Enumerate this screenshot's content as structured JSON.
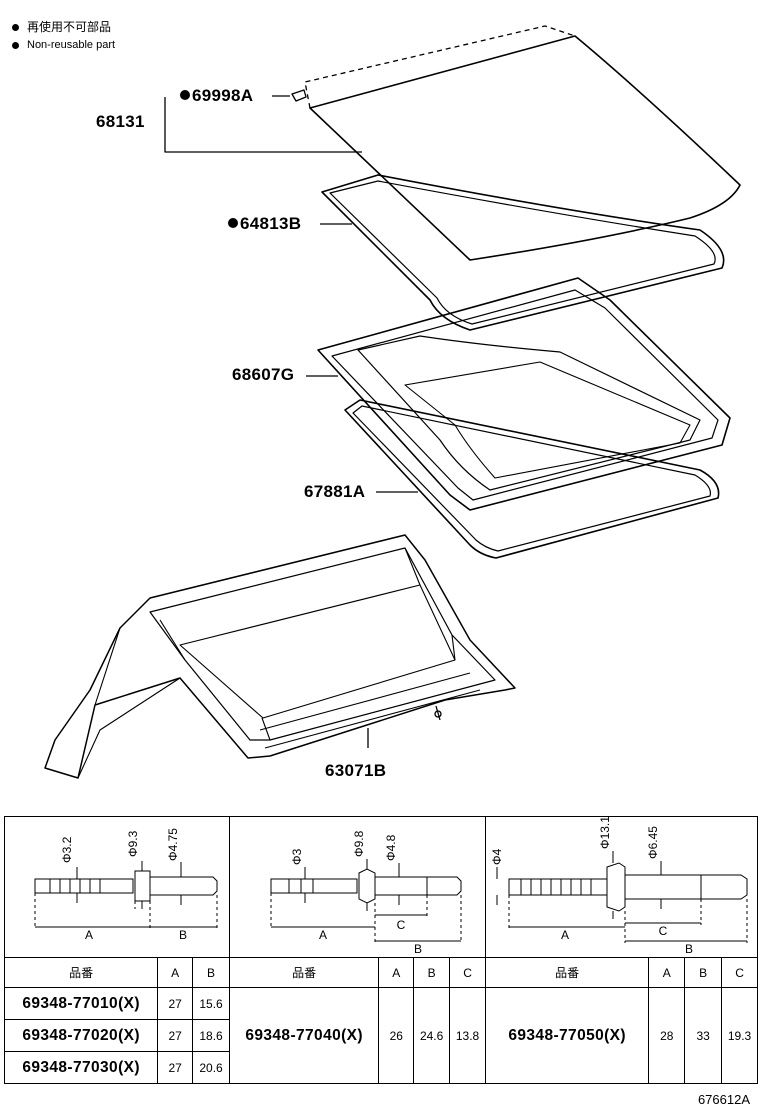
{
  "legend": {
    "symbol_label_jp": "再使用不可部品",
    "symbol_label_en": "Non-reusable part"
  },
  "callouts": {
    "c68131": "68131",
    "c69998A": "69998A",
    "c64813B": "64813B",
    "c68607G": "68607G",
    "c67881A": "67881A",
    "c63071B": "63071B"
  },
  "rivet_drawings": {
    "rivet1": {
      "d1": "Φ3.2",
      "d2": "Φ9.3",
      "d3": "Φ4.75",
      "a": "A",
      "b": "B"
    },
    "rivet2": {
      "d1": "Φ3",
      "d2": "Φ9.8",
      "d3": "Φ4.8",
      "a": "A",
      "b": "B",
      "c": "C"
    },
    "rivet3": {
      "d1": "Φ4",
      "d2": "Φ13.1",
      "d3": "Φ6.45",
      "a": "A",
      "b": "B",
      "c": "C"
    }
  },
  "table": {
    "headers": {
      "part": "品番",
      "a": "A",
      "b": "B",
      "c": "C"
    },
    "group1": [
      {
        "part": "69348-77010(X)",
        "a": "27",
        "b": "15.6"
      },
      {
        "part": "69348-77020(X)",
        "a": "27",
        "b": "18.6"
      },
      {
        "part": "69348-77030(X)",
        "a": "27",
        "b": "20.6"
      }
    ],
    "group2": {
      "part": "69348-77040(X)",
      "a": "26",
      "b": "24.6",
      "c": "13.8"
    },
    "group3": {
      "part": "69348-77050(X)",
      "a": "28",
      "b": "33",
      "c": "19.3"
    }
  },
  "footer_id": "676612A"
}
